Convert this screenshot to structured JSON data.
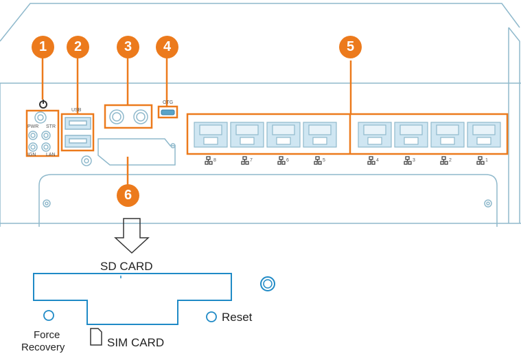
{
  "callouts": [
    "1",
    "2",
    "3",
    "4",
    "5",
    "6"
  ],
  "panel_labels": {
    "usb": "USB",
    "otg": "OTG",
    "pwr": "PWR",
    "str": "STR",
    "ign": "IGN",
    "lan": "LAN"
  },
  "port_numbers": [
    "8",
    "7",
    "6",
    "5",
    "4",
    "3",
    "2",
    "1"
  ],
  "sd_card": "SD CARD",
  "sim_card": "SIM CARD",
  "reset": "Reset",
  "force_recovery": [
    "Force",
    "Recovery"
  ],
  "colors": {
    "outline": "#8fb9cc",
    "accent": "#ec7a1c",
    "port_fill": "#cfe6f2"
  }
}
